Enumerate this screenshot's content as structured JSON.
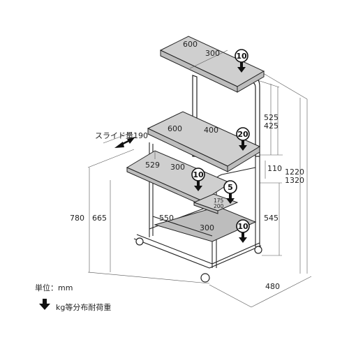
{
  "dimensions": {
    "top_depth": "600",
    "top_width": "300",
    "height_525": "525",
    "height_425": "425",
    "slide": "スライド量190",
    "mid_depth": "600",
    "mid_width": "400",
    "tray_depth": "529",
    "tray_width": "300",
    "height_110": "110",
    "height_1220": "1220",
    "height_1320": "1320",
    "mouse_w": "175",
    "mouse_d": "200",
    "height_780": "780",
    "height_665": "665",
    "bottom_depth": "550",
    "bottom_width": "300",
    "height_545": "545",
    "base_width": "480"
  },
  "loads": {
    "top": "10",
    "middle": "20",
    "tray": "10",
    "mouse": "5",
    "bottom": "10"
  },
  "legend": {
    "unit": "単位：mm",
    "load_text": "kg等分布耐荷重"
  }
}
